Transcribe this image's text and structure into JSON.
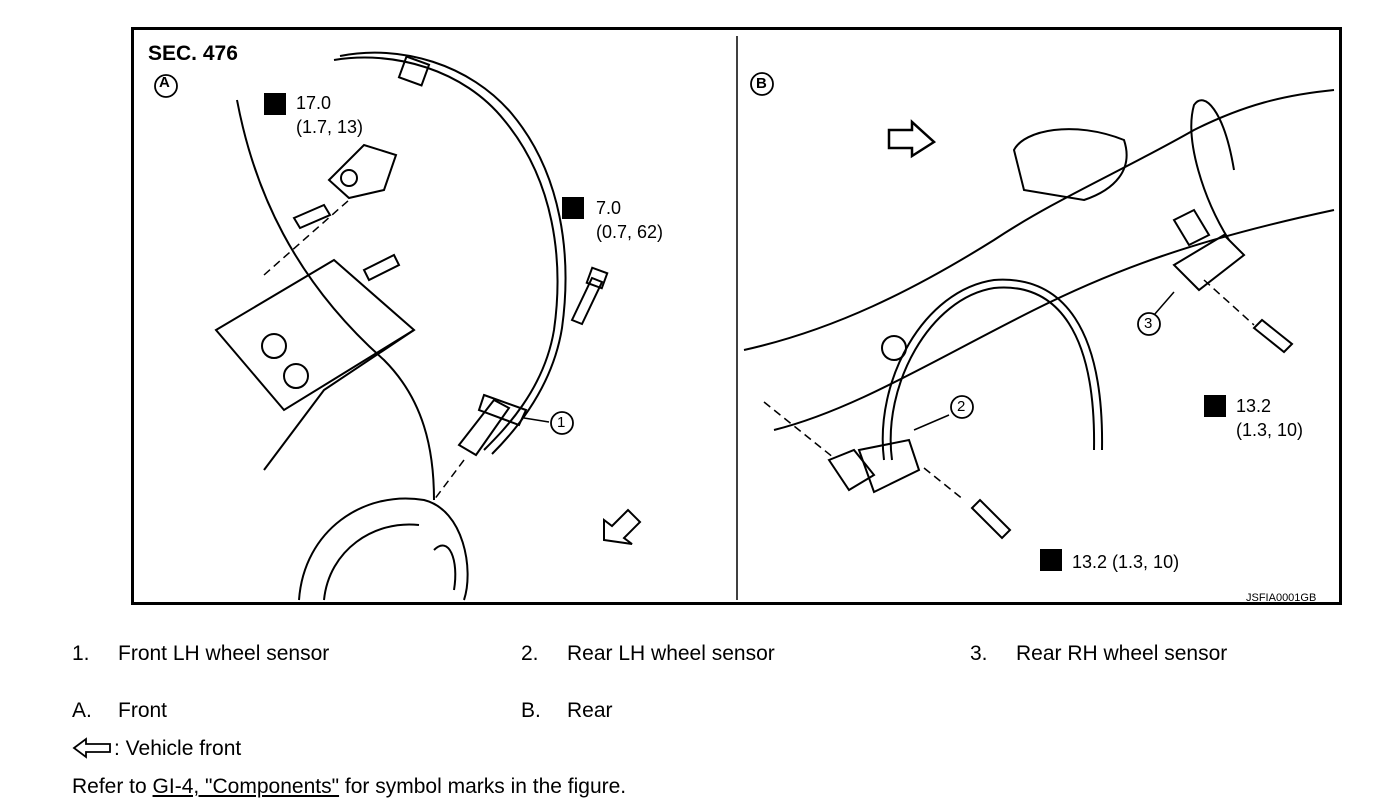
{
  "figure": {
    "section": "SEC. 476",
    "view_a": "A",
    "view_b": "B",
    "torque_a1_value": "17.0",
    "torque_a1_alt": "(1.7, 13)",
    "torque_a2_value": "7.0",
    "torque_a2_alt": "(0.7, 62)",
    "torque_b1_value": "13.2",
    "torque_b1_alt": "(1.3, 10)",
    "torque_b2": "13.2 (1.3, 10)",
    "callout_1": "1",
    "callout_2": "2",
    "callout_3": "3",
    "figure_code": "JSFIA0001GB"
  },
  "legend": {
    "items": [
      {
        "num": "1.",
        "label": "Front LH wheel sensor"
      },
      {
        "num": "2.",
        "label": "Rear LH wheel sensor"
      },
      {
        "num": "3.",
        "label": "Rear RH wheel sensor"
      }
    ],
    "views": [
      {
        "num": "A.",
        "label": "Front"
      },
      {
        "num": "B.",
        "label": "Rear"
      }
    ],
    "vehicle_front": ": Vehicle front",
    "refer_prefix": "Refer to ",
    "refer_link": "GI-4, \"Components\"",
    "refer_suffix": " for symbol marks in the figure."
  }
}
